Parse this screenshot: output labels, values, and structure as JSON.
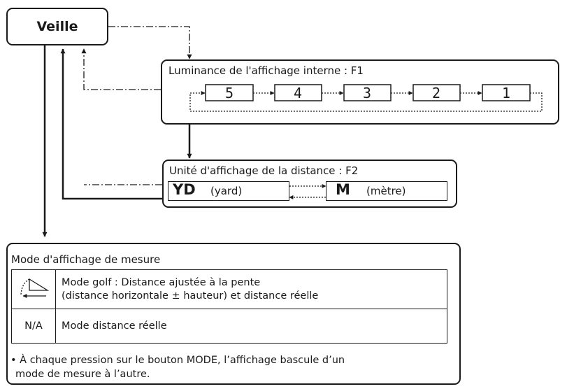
{
  "standby": {
    "label": "Veille"
  },
  "f1": {
    "title": "Luminance de l'affichage interne : F1",
    "levels": [
      "5",
      "4",
      "3",
      "2",
      "1"
    ]
  },
  "f2": {
    "title": "Unité d'affichage de la distance : F2",
    "yard": {
      "code": "YD",
      "name": "(yard)"
    },
    "meter": {
      "code": "M",
      "name": "(mètre)"
    }
  },
  "modes": {
    "title": "Mode d'affichage de mesure",
    "rows": [
      {
        "icon": "slope-icon",
        "lines": [
          "Mode golf : Distance ajustée à la pente",
          "(distance horizontale ± hauteur) et distance réelle"
        ]
      },
      {
        "label": "N/A",
        "lines": [
          "Mode distance réelle"
        ]
      }
    ],
    "note": [
      "• À chaque pression sur le bouton MODE, l’affichage bascule d’un",
      "mode de mesure à l’autre."
    ]
  }
}
